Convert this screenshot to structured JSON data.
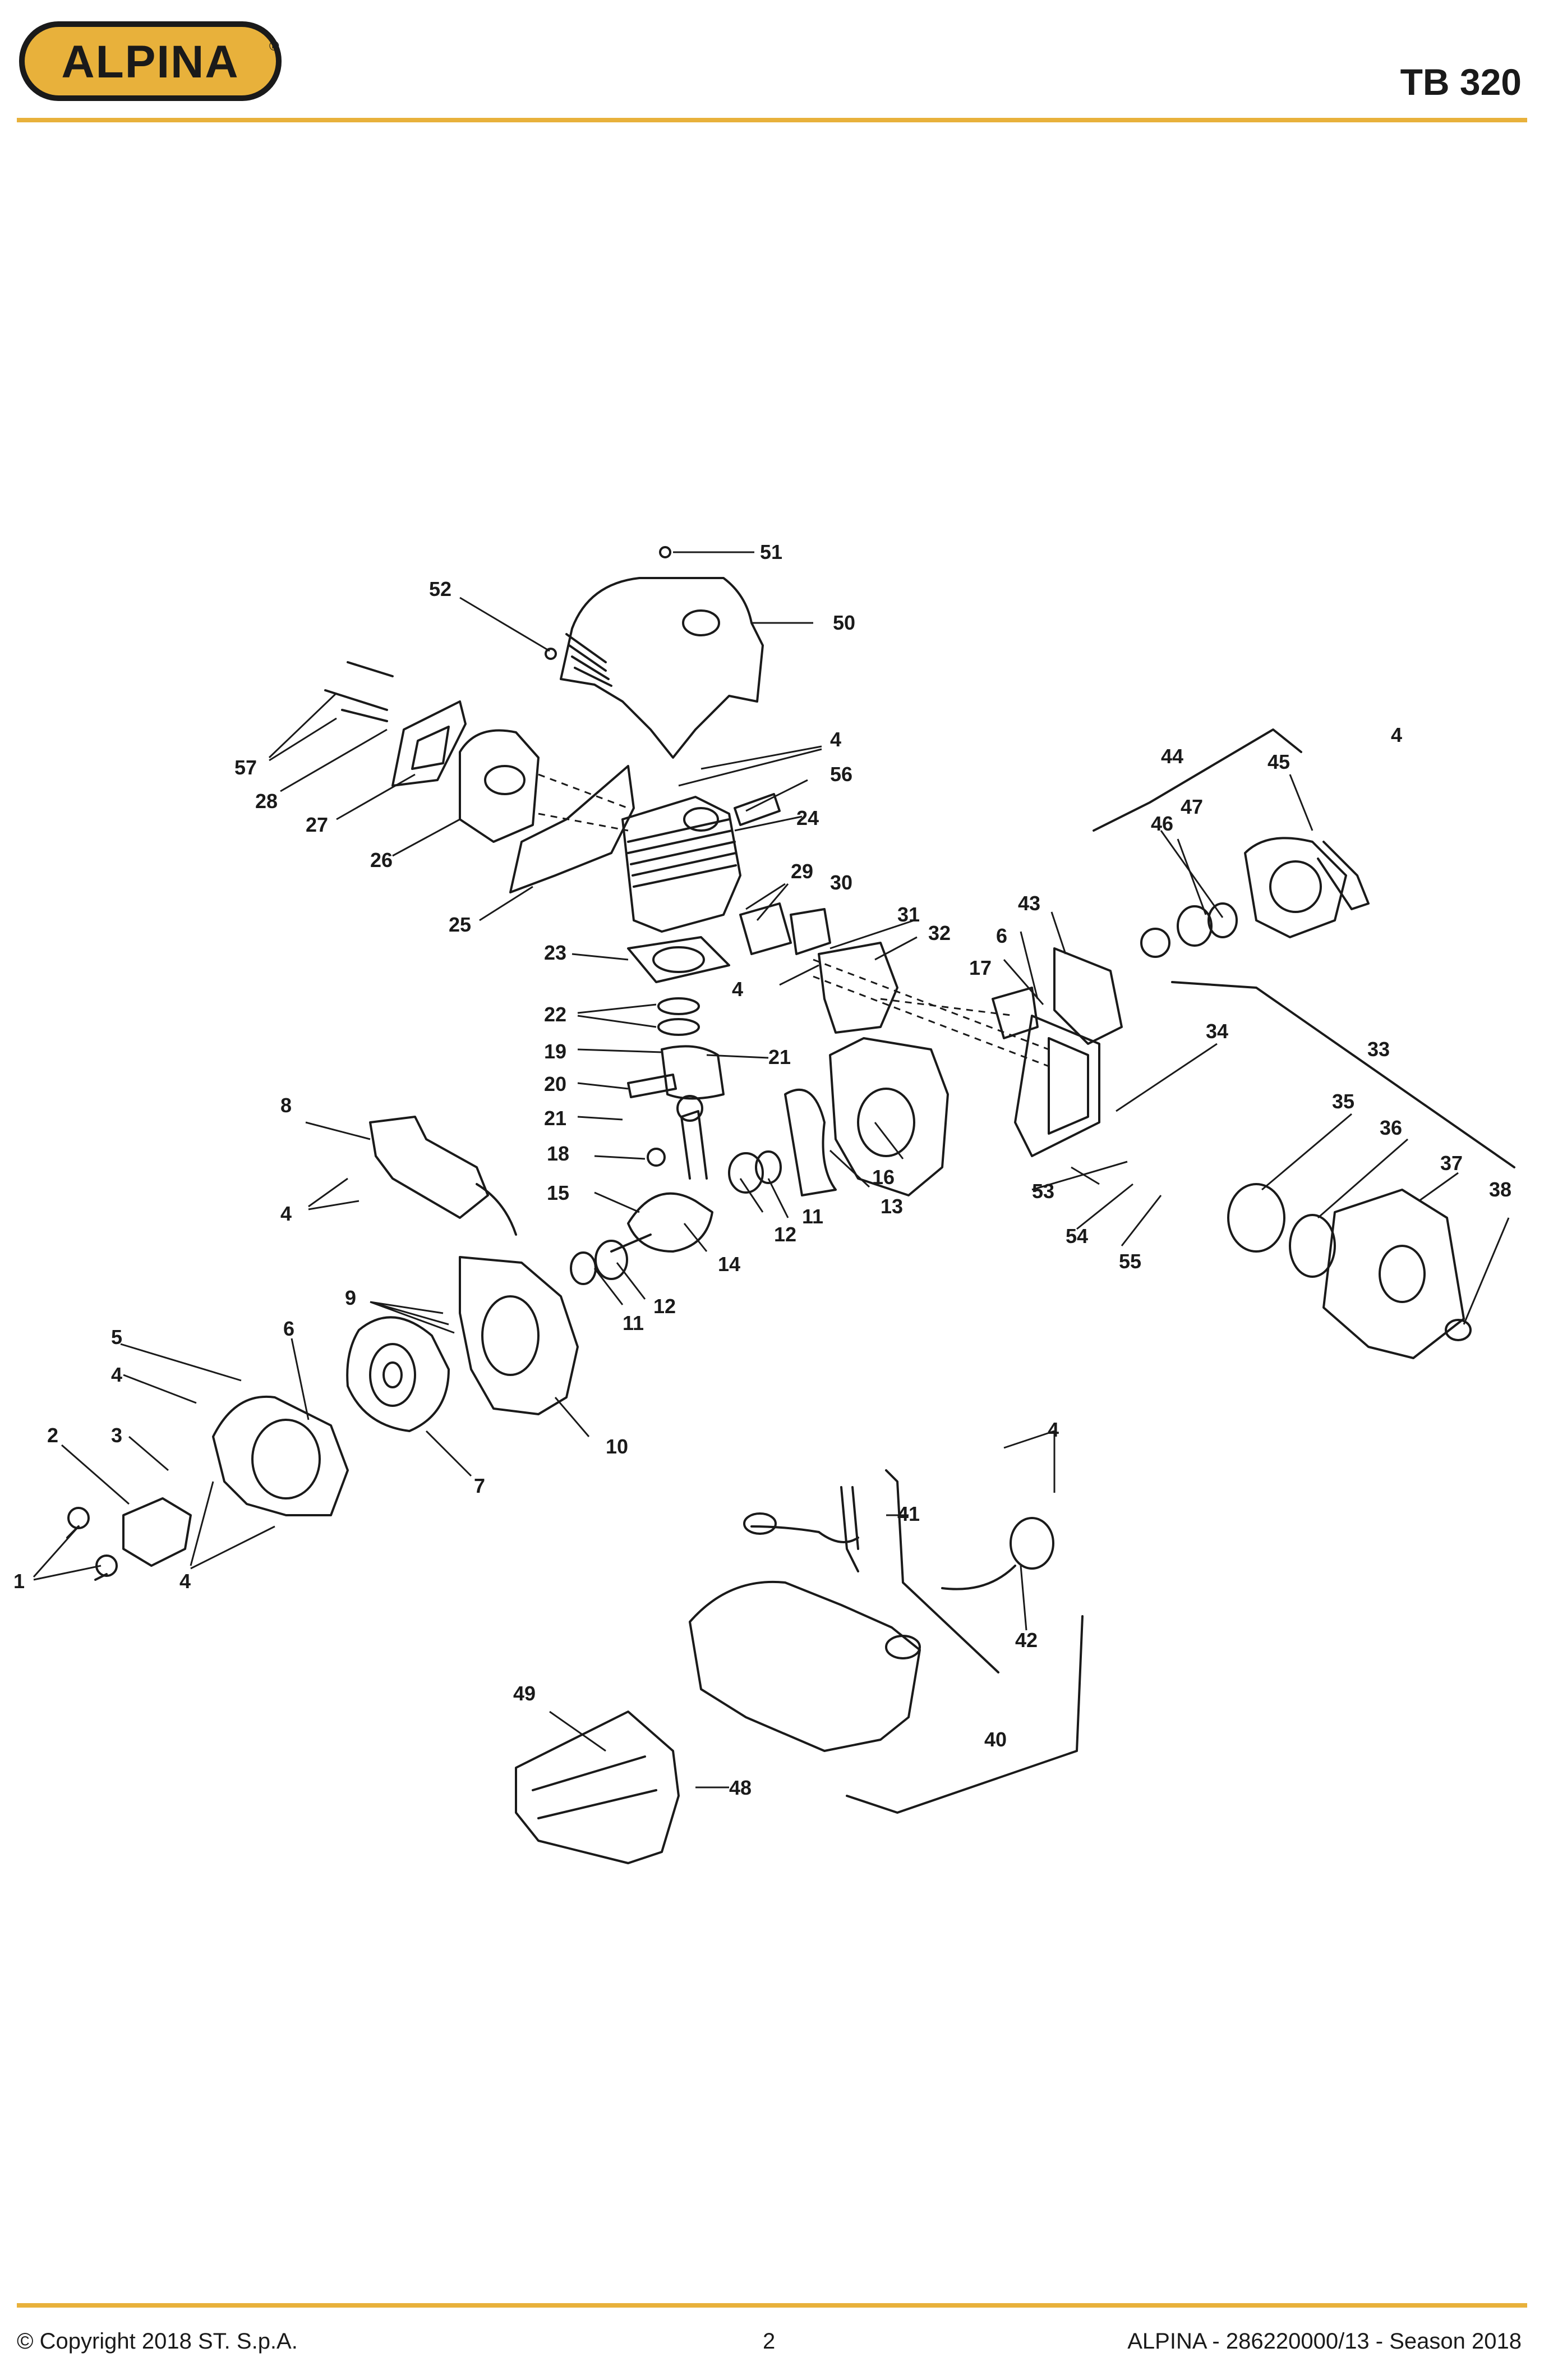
{
  "brand": {
    "name": "ALPINA",
    "registered": "®",
    "color": "#e8b13b"
  },
  "header": {
    "model": "TB 320"
  },
  "footer": {
    "copyright": "© Copyright 2018 ST. S.p.A.",
    "page": "2",
    "doc_ref": "ALPINA - 286220000/13 - Season 2018"
  },
  "callouts": {
    "c1": "1",
    "c2": "2",
    "c3": "3",
    "c4a": "4",
    "c4b": "4",
    "c4c": "4",
    "c4d": "4",
    "c4e": "4",
    "c4f": "4",
    "c5": "5",
    "c6a": "6",
    "c6b": "6",
    "c7": "7",
    "c8": "8",
    "c9": "9",
    "c10": "10",
    "c11a": "11",
    "c11b": "11",
    "c12a": "12",
    "c12b": "12",
    "c13": "13",
    "c14": "14",
    "c15": "15",
    "c16": "16",
    "c17": "17",
    "c18": "18",
    "c19": "19",
    "c20": "20",
    "c21a": "21",
    "c21b": "21",
    "c22": "22",
    "c23": "23",
    "c24": "24",
    "c25": "25",
    "c26": "26",
    "c27": "27",
    "c28": "28",
    "c29": "29",
    "c30": "30",
    "c31": "31",
    "c32": "32",
    "c33": "33",
    "c34": "34",
    "c35": "35",
    "c36": "36",
    "c37": "37",
    "c38": "38",
    "c40": "40",
    "c41": "41",
    "c42": "42",
    "c43": "43",
    "c44": "44",
    "c45": "45",
    "c46": "46",
    "c47": "47",
    "c48": "48",
    "c49": "49",
    "c50": "50",
    "c51": "51",
    "c52": "52",
    "c53": "53",
    "c54": "54",
    "c55": "55",
    "c56": "56",
    "c57": "57"
  }
}
